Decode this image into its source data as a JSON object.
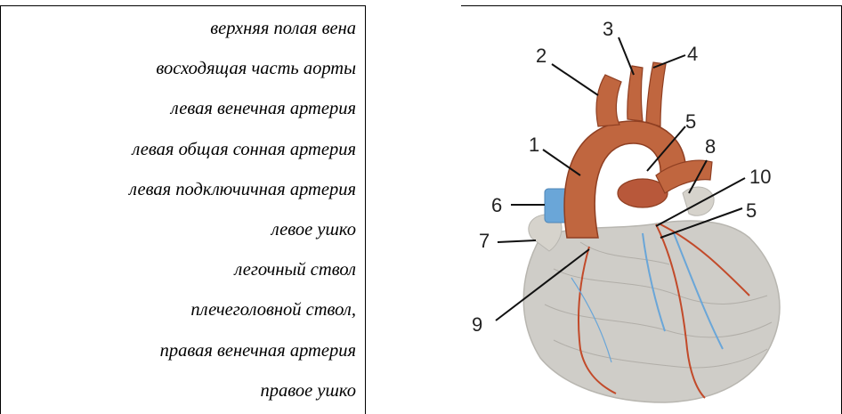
{
  "terms": [
    "верхняя полая вена",
    "восходящая часть аорты",
    "левая венечная артерия",
    "левая общая сонная артерия",
    "левая подключичная артерия",
    "левое ушко",
    "легочный ствол",
    "плечеголовной ствол,",
    "правая венечная артерия",
    "правое ушко"
  ],
  "figure_labels": [
    "1",
    "2",
    "3",
    "4",
    "5",
    "6",
    "7",
    "8",
    "9",
    "10",
    "5"
  ],
  "colors": {
    "aorta": "#c0663f",
    "vein": "#6aa6d8",
    "heart_surface": "#c9c7c2",
    "artery_lines": "#c24a2a"
  }
}
